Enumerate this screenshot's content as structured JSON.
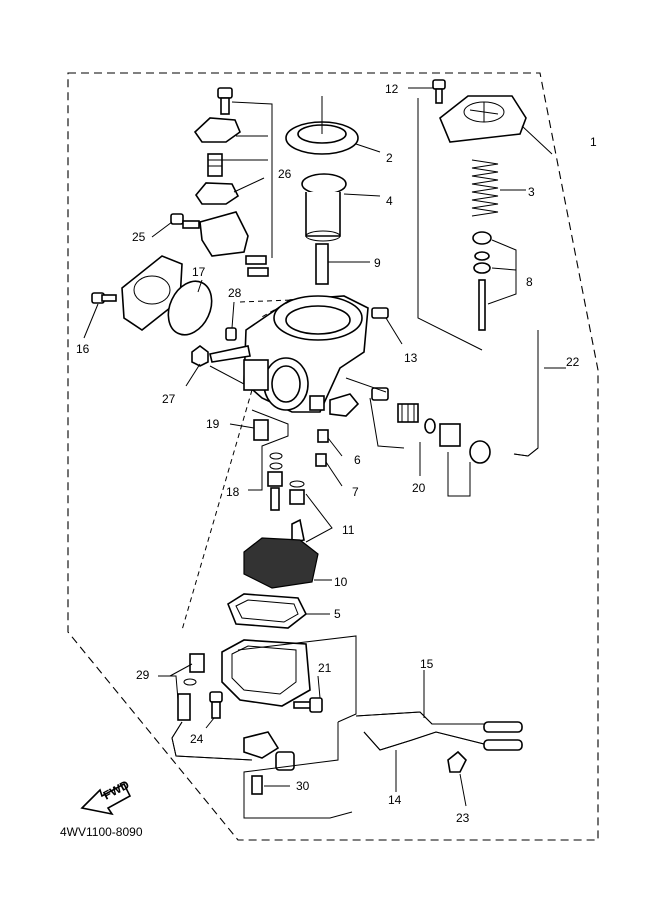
{
  "diagram": {
    "drawing_code": "4WV1100-8090",
    "direction_label": "FWD",
    "callouts": [
      "1",
      "2",
      "3",
      "4",
      "5",
      "6",
      "7",
      "8",
      "9",
      "10",
      "11",
      "12",
      "13",
      "14",
      "15",
      "17",
      "18",
      "19",
      "20",
      "21",
      "22",
      "23",
      "24",
      "25",
      "26",
      "27",
      "28",
      "29",
      "30"
    ]
  }
}
